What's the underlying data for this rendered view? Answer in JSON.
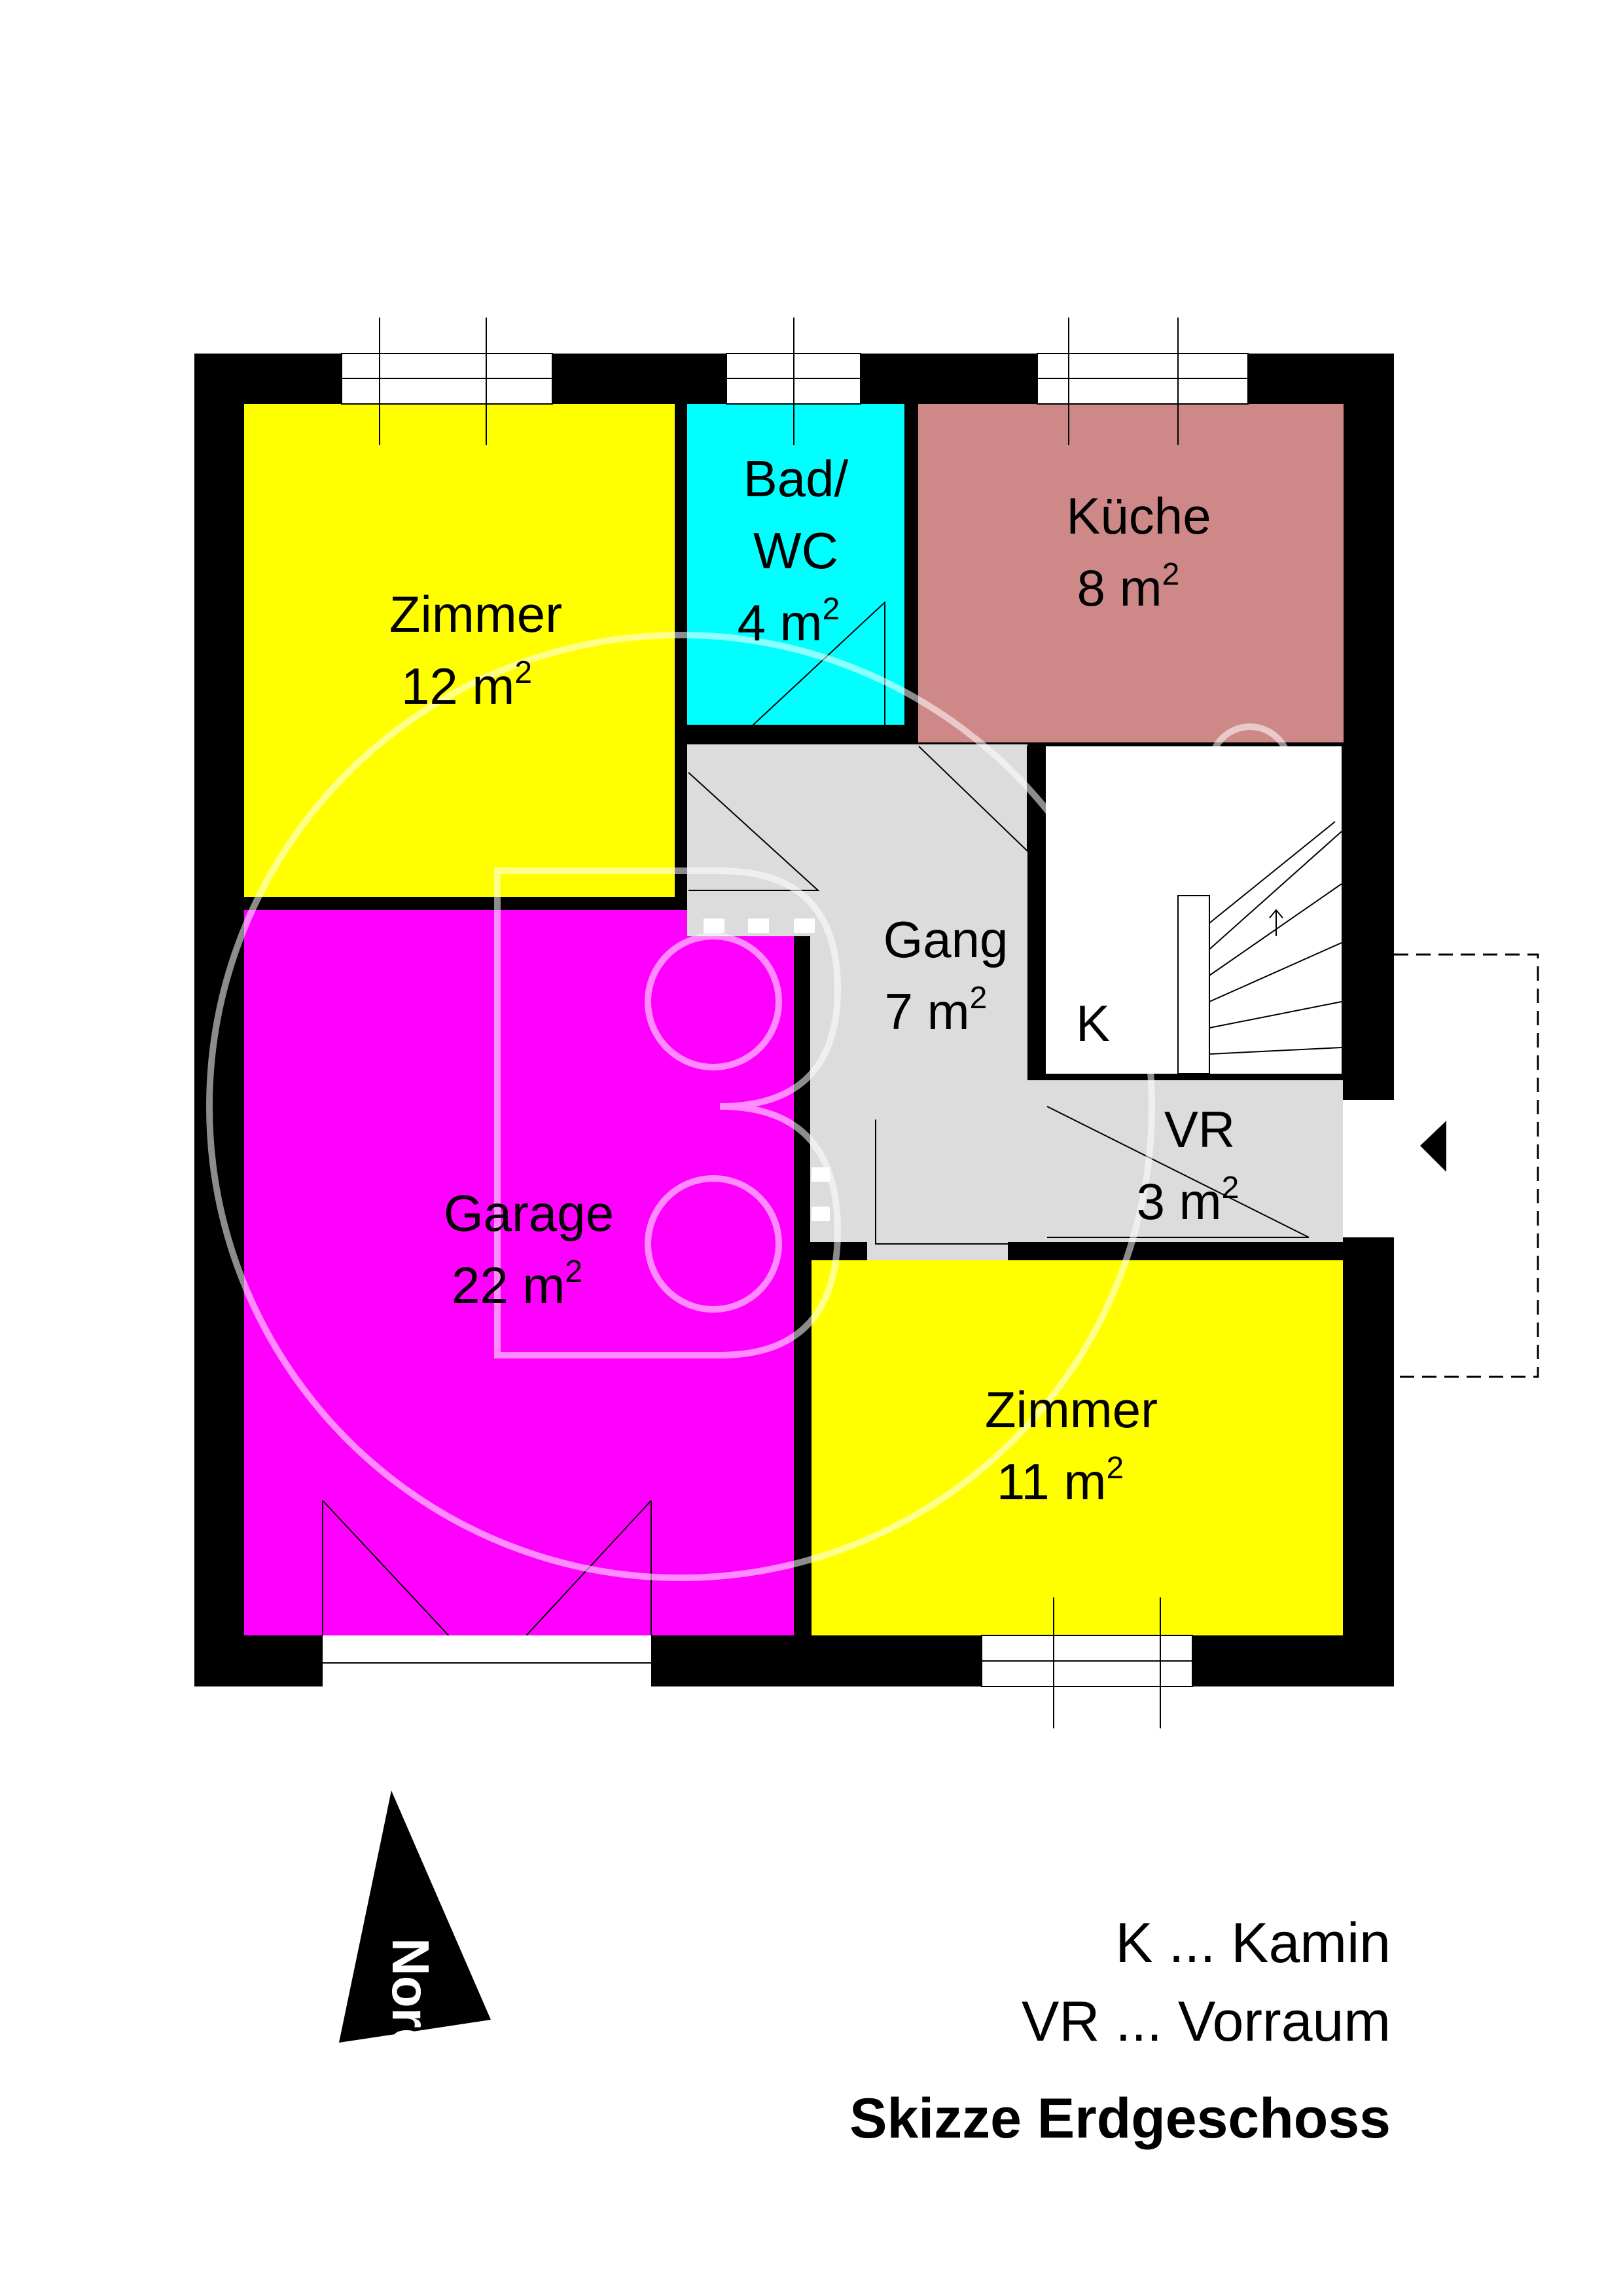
{
  "plan": {
    "title": "Skizze Erdgeschoss",
    "rooms": [
      {
        "name": "Zimmer",
        "area": "12 m",
        "exp": "2",
        "color": "#FFFF00"
      },
      {
        "name": "Bad/",
        "name2": "WC",
        "area": "4 m",
        "exp": "2",
        "color": "#00FFFF"
      },
      {
        "name": "Küche",
        "area": "8 m",
        "exp": "2",
        "color": "#CE8888"
      },
      {
        "name": "Gang",
        "area": "7 m",
        "exp": "2",
        "color": "#DCDCDC"
      },
      {
        "name": "K"
      },
      {
        "name": "VR",
        "area": "3 m",
        "exp": "2",
        "color": "#DCDCDC"
      },
      {
        "name": "Garage",
        "area": "22 m",
        "exp": "2",
        "color": "#FF00FF"
      },
      {
        "name": "Zimmer",
        "area": "11 m",
        "exp": "2",
        "color": "#FFFF00"
      }
    ],
    "legend": [
      "K ... Kamin",
      "VR ... Vorraum"
    ],
    "north_label": "Norden",
    "colors": {
      "wall": "#000000",
      "floor": "#DCDCDC",
      "stair": "#FFFFFF"
    }
  }
}
